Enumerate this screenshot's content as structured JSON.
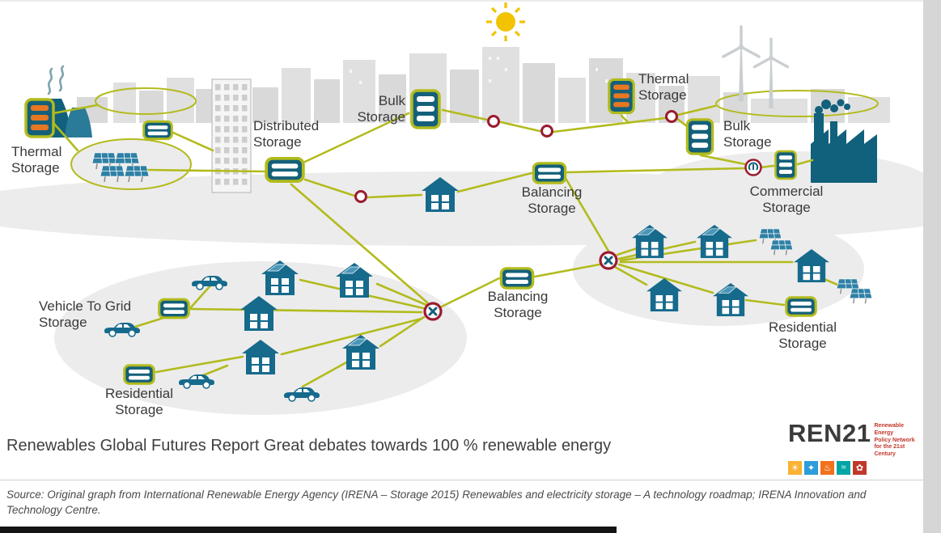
{
  "diagram": {
    "labels": {
      "thermal_left": "Thermal Storage",
      "distributed": "Distributed Storage",
      "bulk_top": "Bulk Storage",
      "thermal_right": "Thermal Storage",
      "bulk_right": "Bulk Storage",
      "commercial": "Commercial Storage",
      "balancing_mid": "Balancing Storage",
      "balancing_center": "Balancing Storage",
      "vehicle_to_grid": "Vehicle To Grid Storage",
      "residential_left": "Residential Storage",
      "residential_right": "Residential Storage"
    },
    "colors": {
      "connection_line": "#b2bb1c",
      "storage_body_teal": "#14607a",
      "thermal_cell_orange": "#e87722",
      "node_ring_red": "#9b1b30",
      "building_teal": "#166a8c",
      "skyline_gray": "#d9d9d9",
      "zone_gray": "#ececec",
      "sun_yellow": "#f2c300"
    },
    "icon_names": [
      "sun-icon",
      "city-skyline",
      "wind-turbine-icon",
      "power-plant-icon",
      "office-building-icon",
      "factory-icon",
      "house-icon",
      "house-solar-icon",
      "car-icon",
      "solar-panel-icon",
      "battery-storage-icon",
      "grid-node-icon",
      "grid-junction-x-icon",
      "meter-node-icon"
    ]
  },
  "footer": {
    "title": "Renewables Global Futures Report Great debates towards 100 % renewable energy",
    "source": "Source: Original graph from International Renewable Energy Agency (IRENA – Storage 2015) Renewables and electricity storage – A technology roadmap; IRENA Innovation and Technology Centre."
  },
  "logo": {
    "wordmark": "REN21",
    "tagline": "Renewable Energy\nPolicy Network\nfor the 21st Century",
    "icons": [
      {
        "name": "solar-icon",
        "glyph": "☀",
        "color": "#f9b233"
      },
      {
        "name": "wind-icon",
        "glyph": "✦",
        "color": "#2d9cdb"
      },
      {
        "name": "bioenergy-icon",
        "glyph": "♨",
        "color": "#f2711c"
      },
      {
        "name": "hydro-icon",
        "glyph": "≈",
        "color": "#00a6a6"
      },
      {
        "name": "geothermal-icon",
        "glyph": "✿",
        "color": "#c0392b"
      }
    ]
  }
}
